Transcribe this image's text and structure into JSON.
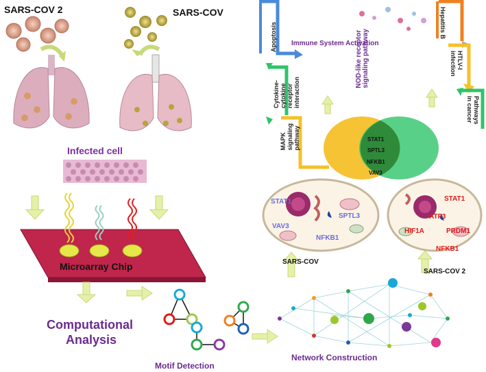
{
  "virus": {
    "sars_cov2": "SARS-COV 2",
    "sars_cov": "SARS-COV"
  },
  "infected_cell": "Infected cell",
  "microarray": "Microarray Chip",
  "computational": {
    "line1": "Computational",
    "line2": "Analysis"
  },
  "motif": "Motif Detection",
  "network": "Network Construction",
  "cells": {
    "left_label": "SARS-COV",
    "right_label": "SARS-COV 2",
    "left_genes": [
      "STAT1",
      "VAV3",
      "SPTL3",
      "NFKB1"
    ],
    "right_genes": [
      "STAT1",
      "ATF3",
      "HIF1A",
      "PRDM1",
      "NFKB1"
    ]
  },
  "pathways": {
    "apoptosis": "Apoptosis",
    "immune": "Immune System Activation",
    "cytokine": [
      "Cytokine-",
      "cytokine",
      "receptor",
      "interaction"
    ],
    "mapk": [
      "MAPK",
      "signaling",
      "pathway"
    ],
    "nod": [
      "NOD-like receptor",
      "signaling pathway"
    ],
    "hepatitis": "Hepatitis B",
    "htlv": [
      "HTLV-I",
      "infection"
    ],
    "cancer": [
      "Pathways",
      "in cancer"
    ]
  },
  "venn_genes": [
    "STAT1",
    "SPTL3",
    "NFKB1",
    "VAV3"
  ],
  "colors": {
    "purple": "#6b2b8f",
    "red": "#e01818",
    "blue_gene": "#6a6ae0",
    "yellow_circle": "#f5c02a",
    "green_circle": "#2fc46a",
    "chip": "#c0254b"
  }
}
